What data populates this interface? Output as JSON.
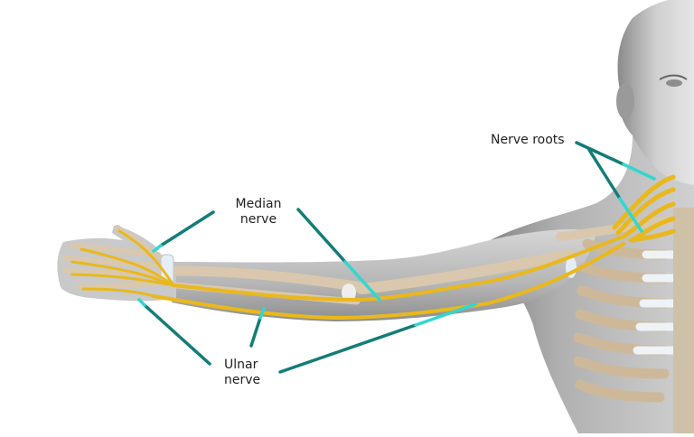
{
  "diagram": {
    "type": "anatomical illustration",
    "subject": "Nerves of the upper limb",
    "colors": {
      "background": "#ffffff",
      "nerve": "#e9b81c",
      "nerve_dark": "#c9940a",
      "bone": "#d9c8ad",
      "skin": "#b8b8b8",
      "leader_outside": "#137d78",
      "leader_inside": "#2fd8d0",
      "cartilage": "#e6eef5"
    },
    "labels": [
      {
        "id": "nerve-roots",
        "line1": "Nerve roots",
        "line2": ""
      },
      {
        "id": "median-nerve",
        "line1": "Median",
        "line2": "nerve"
      },
      {
        "id": "ulnar-nerve",
        "line1": "Ulnar",
        "line2": "nerve"
      }
    ]
  }
}
